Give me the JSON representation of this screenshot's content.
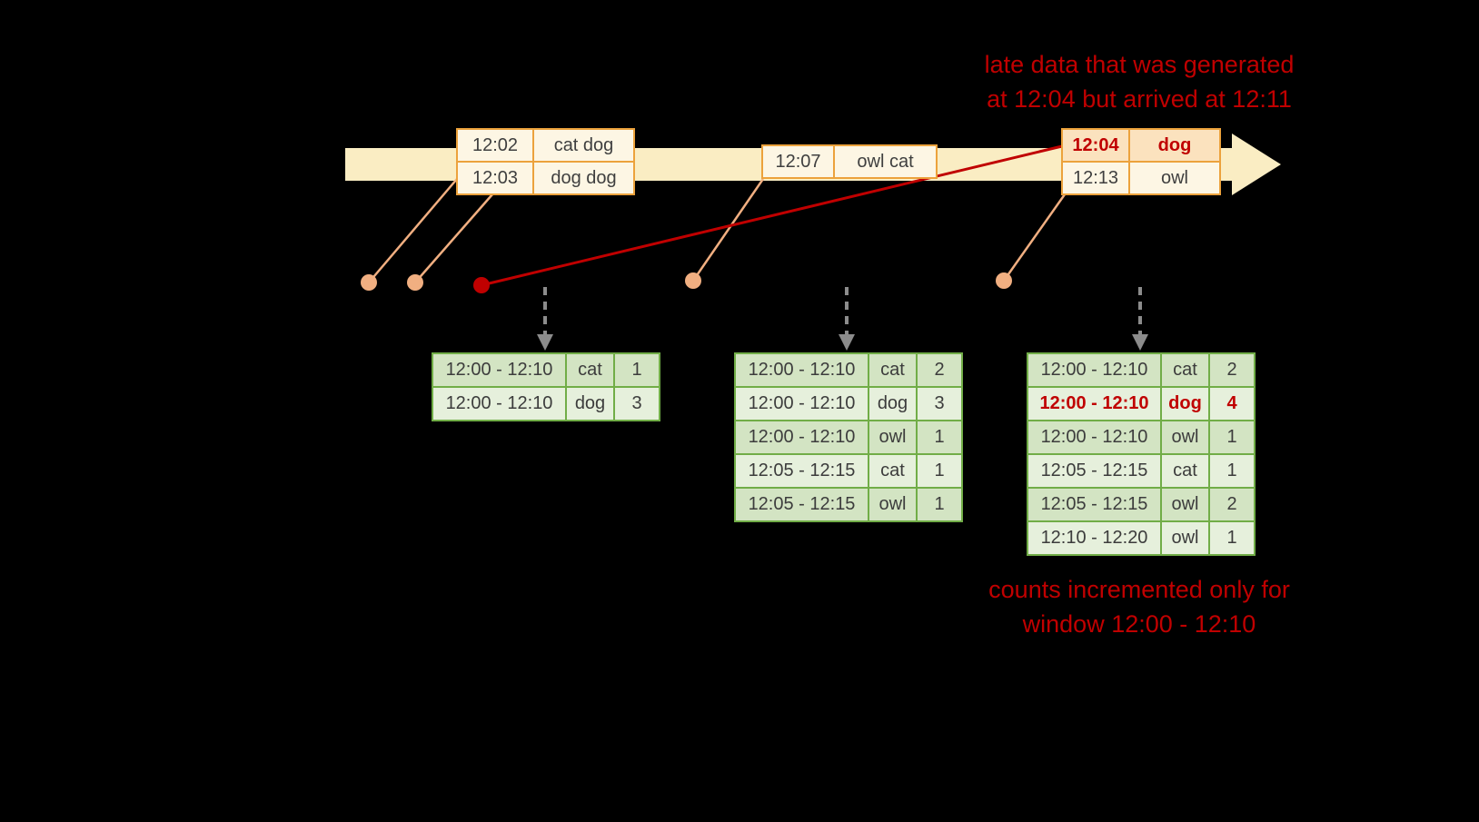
{
  "colors": {
    "background": "#000000",
    "timeline_fill": "#FAEDC3",
    "event_border": "#ECA23C",
    "event_fill": "#FDF6E4",
    "late_event_fill": "#FBE2BE",
    "accent_red": "#C00000",
    "result_border": "#71AD47",
    "result_row_dark": "#D3E4C3",
    "result_row_light": "#E6F0DC",
    "dot_peach": "#F1AF81",
    "trigger_arrow_gray": "#8C8C8C"
  },
  "annotations": {
    "late_note_line1": "late data that was generated",
    "late_note_line2": "at 12:04 but arrived at 12:11",
    "counts_note_line1": "counts incremented only for",
    "counts_note_line2": "window 12:00 - 12:10"
  },
  "events": [
    {
      "rows": [
        {
          "time": "12:02",
          "words": "cat dog"
        },
        {
          "time": "12:03",
          "words": "dog dog"
        }
      ]
    },
    {
      "rows": [
        {
          "time": "12:07",
          "words": "owl cat"
        }
      ]
    },
    {
      "rows": [
        {
          "time": "12:04",
          "words": "dog"
        },
        {
          "time": "12:13",
          "words": "owl"
        }
      ]
    }
  ],
  "result_tables": [
    {
      "rows": [
        {
          "window": "12:00 - 12:10",
          "word": "cat",
          "count": "1"
        },
        {
          "window": "12:00 - 12:10",
          "word": "dog",
          "count": "3"
        }
      ]
    },
    {
      "rows": [
        {
          "window": "12:00 - 12:10",
          "word": "cat",
          "count": "2"
        },
        {
          "window": "12:00 - 12:10",
          "word": "dog",
          "count": "3"
        },
        {
          "window": "12:00 - 12:10",
          "word": "owl",
          "count": "1"
        },
        {
          "window": "12:05 - 12:15",
          "word": "cat",
          "count": "1"
        },
        {
          "window": "12:05 - 12:15",
          "word": "owl",
          "count": "1"
        }
      ]
    },
    {
      "rows": [
        {
          "window": "12:00 - 12:10",
          "word": "cat",
          "count": "2"
        },
        {
          "window": "12:00 - 12:10",
          "word": "dog",
          "count": "4"
        },
        {
          "window": "12:00 - 12:10",
          "word": "owl",
          "count": "1"
        },
        {
          "window": "12:05 - 12:15",
          "word": "cat",
          "count": "1"
        },
        {
          "window": "12:05 - 12:15",
          "word": "owl",
          "count": "2"
        },
        {
          "window": "12:10 - 12:20",
          "word": "owl",
          "count": "1"
        }
      ]
    }
  ]
}
